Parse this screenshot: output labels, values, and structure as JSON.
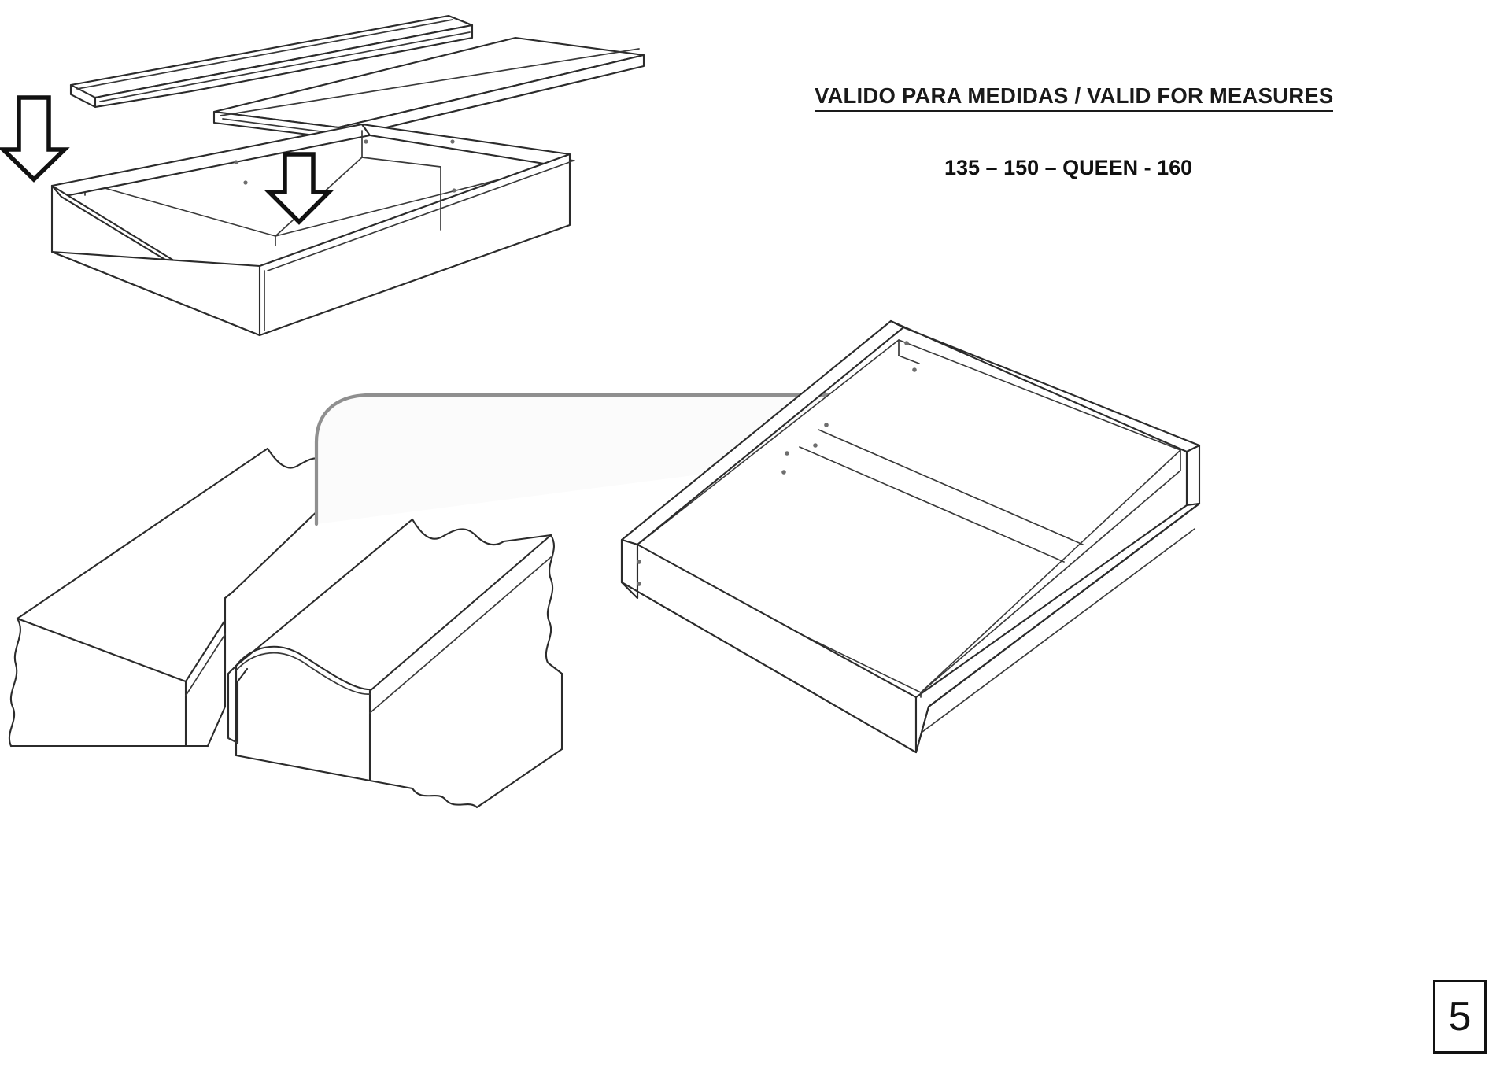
{
  "document": {
    "kind": "furniture-assembly-instruction-sheet",
    "page_number": "5",
    "background_color": "#ffffff",
    "ink_color": "#2b2b2b"
  },
  "header": {
    "title": "VALIDO PARA MEDIDAS / VALID FOR MEASURES",
    "subtitle": "135 – 150 – QUEEN - 160",
    "title_underlined": true,
    "subtitle_bold": true
  },
  "steps": {
    "top_left": {
      "name": "insert-base-panels",
      "description": "Two flat base panels are lowered into the open storage box frame",
      "arrows": [
        {
          "id": "arrow-left-down",
          "style": "black-outline",
          "direction": "down"
        },
        {
          "id": "arrow-center-down",
          "style": "black-outline",
          "direction": "down"
        }
      ],
      "parts": [
        {
          "id": "panel-upper-left",
          "type": "flat-board"
        },
        {
          "id": "panel-upper-right",
          "type": "flat-board"
        },
        {
          "id": "box-frame-open",
          "type": "open-box"
        }
      ]
    },
    "bottom_left": {
      "name": "join-mattress-halves",
      "description": "Two foam mattress halves with torn wavy edges joined by a T-profile connector strip",
      "parts": [
        {
          "id": "foam-block-left",
          "type": "foam-half"
        },
        {
          "id": "foam-block-right",
          "type": "foam-half"
        },
        {
          "id": "t-connector-strip",
          "type": "t-profile"
        }
      ]
    },
    "bottom_right": {
      "name": "place-into-frame",
      "description": "Assembled mattress is placed into the second open box frame",
      "parts": [
        {
          "id": "box-frame-open-2",
          "type": "open-box"
        },
        {
          "id": "slat-panel-left",
          "type": "base-panel"
        },
        {
          "id": "slat-panel-right",
          "type": "base-panel"
        }
      ]
    },
    "transfer_arrow": {
      "id": "curved-transfer-arrow",
      "style": "gray-outline-tube",
      "direction": "right-then-down",
      "from": "bottom_left",
      "to": "bottom_right"
    }
  },
  "colors": {
    "ink": "#2b2b2b",
    "arrow_black": "#111111",
    "arrow_gray": "#8f8f8f",
    "paper": "#ffffff"
  }
}
